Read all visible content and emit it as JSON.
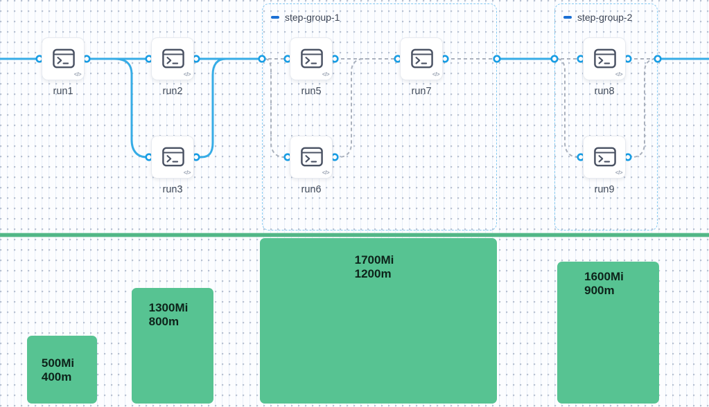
{
  "workflow": {
    "groups": [
      {
        "label": "step-group-1"
      },
      {
        "label": "step-group-2"
      }
    ],
    "nodes": [
      {
        "label": "run1"
      },
      {
        "label": "run2"
      },
      {
        "label": "run3"
      },
      {
        "label": "run5"
      },
      {
        "label": "run6"
      },
      {
        "label": "run7"
      },
      {
        "label": "run8"
      },
      {
        "label": "run9"
      }
    ],
    "node_badge": "</>"
  },
  "colors": {
    "edge_solid": "#36ace6",
    "edge_dashed": "#aab1bd",
    "port_ring": "#189de4",
    "group_border": "#85c9f1",
    "group_dash_icon": "#1a6fd4",
    "divider_green": "#52b787",
    "bar_fill": "#57c392",
    "bar_text": "#0d231a",
    "node_icon_stroke": "#4a5263",
    "label_text": "#414b5a"
  },
  "chart_data": {
    "type": "bar",
    "orientation": "vertical",
    "title": "",
    "legend": false,
    "bars": [
      {
        "memory_label": "500Mi",
        "cpu_label": "400m",
        "memory_Mi": 500,
        "cpu_m": 400
      },
      {
        "memory_label": "1300Mi",
        "cpu_label": "800m",
        "memory_Mi": 1300,
        "cpu_m": 800
      },
      {
        "memory_label": "1700Mi",
        "cpu_label": "1200m",
        "memory_Mi": 1700,
        "cpu_m": 1200
      },
      {
        "memory_label": "1600Mi",
        "cpu_label": "900m",
        "memory_Mi": 1600,
        "cpu_m": 900
      }
    ]
  }
}
